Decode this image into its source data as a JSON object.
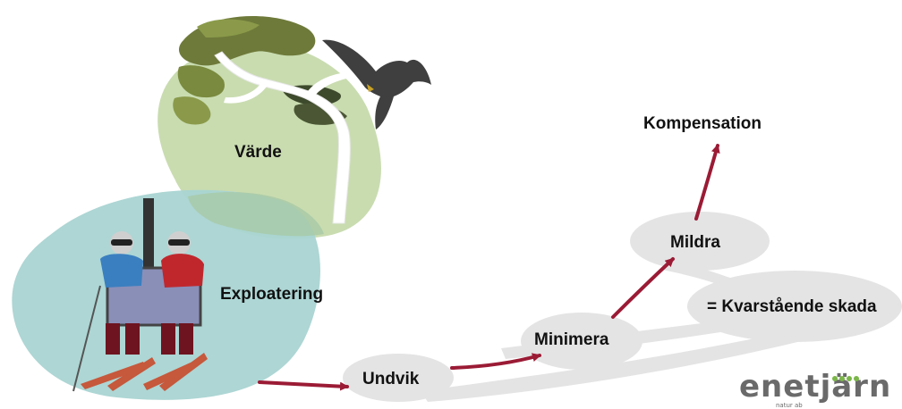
{
  "labels": {
    "varde": "Värde",
    "exploatering": "Exploatering",
    "undvik": "Undvik",
    "minimera": "Minimera",
    "mildra": "Mildra",
    "kompensation": "Kompensation",
    "kvarstaende": "= Kvarstående skada"
  },
  "logo": {
    "name": "enetjärn",
    "sub": "natur ab",
    "dot_color": "#7ab648"
  },
  "colors": {
    "value_blob": "#c9dcb0",
    "exploitation_blob": "#a9d4d2",
    "step_blob": "#e4e4e4",
    "arrow": "#9b1b35",
    "logo_text": "#6a6a6a"
  },
  "icons": [
    "tree-illustration",
    "bird-illustration",
    "chairlift-skiers-illustration"
  ]
}
